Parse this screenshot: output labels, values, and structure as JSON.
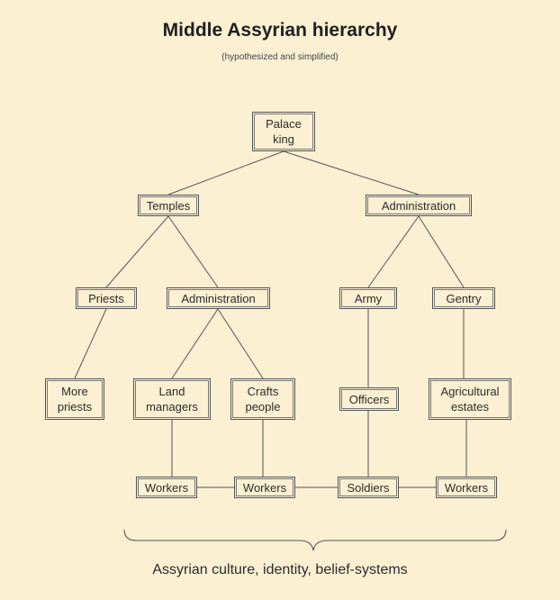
{
  "title": "Middle Assyrian hierarchy",
  "subtitle": "(hypothesized and simplified)",
  "caption": "Assyrian culture, identity, belief-systems",
  "colors": {
    "background": "#fcf0d3",
    "stroke": "#555555",
    "text": "#2b2b2b"
  },
  "nodes": [
    {
      "id": "palace-king",
      "label": "Palace\nking"
    },
    {
      "id": "temples",
      "label": "Temples"
    },
    {
      "id": "state-administration",
      "label": "Administration"
    },
    {
      "id": "priests",
      "label": "Priests"
    },
    {
      "id": "temple-administration",
      "label": "Administration"
    },
    {
      "id": "army",
      "label": "Army"
    },
    {
      "id": "gentry",
      "label": "Gentry"
    },
    {
      "id": "more-priests",
      "label": "More\npriests"
    },
    {
      "id": "land-managers",
      "label": "Land\nmanagers"
    },
    {
      "id": "crafts-people",
      "label": "Crafts\npeople"
    },
    {
      "id": "officers",
      "label": "Officers"
    },
    {
      "id": "agricultural-estates",
      "label": "Agricultural\nestates"
    },
    {
      "id": "workers-1",
      "label": "Workers"
    },
    {
      "id": "workers-2",
      "label": "Workers"
    },
    {
      "id": "soldiers",
      "label": "Soldiers"
    },
    {
      "id": "workers-3",
      "label": "Workers"
    }
  ]
}
